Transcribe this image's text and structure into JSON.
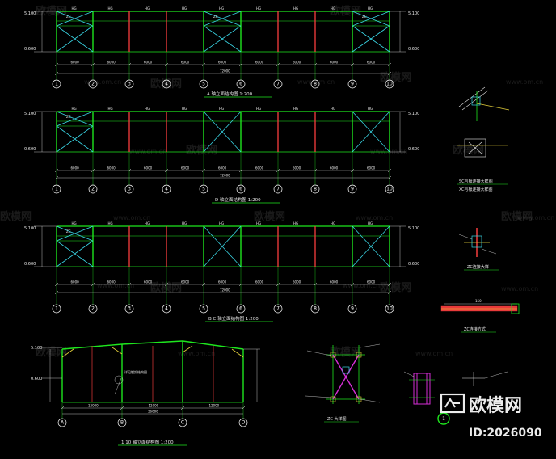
{
  "colors": {
    "background": "#000000",
    "frame_green": "#1ee61e",
    "column_red": "#e83a3a",
    "brace_cyan": "#3ad7e6",
    "dim_white": "#e8e8e8",
    "axis_circle": "#ffffff",
    "detail_magenta": "#d62ed6",
    "purlin_yellow": "#e6d23a",
    "watermark": "#ffffff"
  },
  "watermark": {
    "brand": "欧模网",
    "url": "www.om.cn"
  },
  "logo": {
    "brand": "欧模网",
    "id": "ID:2026090",
    "badge": "1"
  },
  "elevations": [
    {
      "title": "A 轴立面结构图 1:200",
      "axes": [
        "1",
        "2",
        "3",
        "4",
        "5",
        "6",
        "7",
        "8",
        "9",
        "10"
      ],
      "levels": [
        "5.100",
        "0.600"
      ],
      "right_levels": [
        "5.100",
        "0.600"
      ],
      "beam_tags": [
        "HG",
        "HG",
        "HG",
        "HG",
        "HG",
        "HG",
        "HG",
        "HG",
        "HG"
      ],
      "bay_dims": [
        "6000",
        "6000",
        "6000",
        "6000",
        "6000",
        "6000",
        "6000",
        "6000",
        "6000"
      ],
      "total": "72000",
      "brace_label": "ZC"
    },
    {
      "title": "D 轴立面结构图 1:200",
      "axes": [
        "1",
        "2",
        "3",
        "4",
        "5",
        "6",
        "7",
        "8",
        "9",
        "10"
      ],
      "levels": [
        "5.100",
        "0.600"
      ],
      "right_levels": [
        "5.100",
        "0.600"
      ],
      "beam_tags": [
        "HG",
        "HG",
        "HG",
        "HG",
        "HG",
        "HG",
        "HG",
        "HG",
        "HG"
      ],
      "bay_dims": [
        "6000",
        "6000",
        "6000",
        "6000",
        "6000",
        "6000",
        "6000",
        "6000",
        "6000"
      ],
      "total": "72000",
      "brace_label": "ZC"
    },
    {
      "title": "B C 轴立面结构图 1:200",
      "axes": [
        "1",
        "2",
        "3",
        "4",
        "5",
        "6",
        "7",
        "8",
        "9",
        "10"
      ],
      "levels": [
        "5.100",
        "0.600"
      ],
      "right_levels": [
        "5.100",
        "0.600"
      ],
      "beam_tags": [
        "HG",
        "HG",
        "HG",
        "HG",
        "HG",
        "HG",
        "HG",
        "HG",
        "HG"
      ],
      "bay_dims": [
        "6000",
        "6000",
        "6000",
        "6000",
        "6000",
        "6000",
        "6000",
        "6000",
        "6000"
      ],
      "total": "72000",
      "brace_label": "ZC"
    }
  ],
  "gable": {
    "title": "1 10 轴立面结构图 1:200",
    "axes": [
      "A",
      "B",
      "C",
      "D"
    ],
    "levels": [
      "5.100",
      "0.600"
    ],
    "bay_dims": [
      "12000",
      "12000",
      "12000"
    ],
    "total": "36000",
    "note": "详见钢架结构图"
  },
  "details": {
    "detail1_caption_a": "SC与檩连接大样图",
    "detail1_caption_b": "XC与檩连接大样图",
    "detail2_caption": "ZC连接大样",
    "detail3_caption": "ZC连接方式",
    "detail3_dim": "150",
    "brace_detail_caption": "ZC 大样图"
  }
}
